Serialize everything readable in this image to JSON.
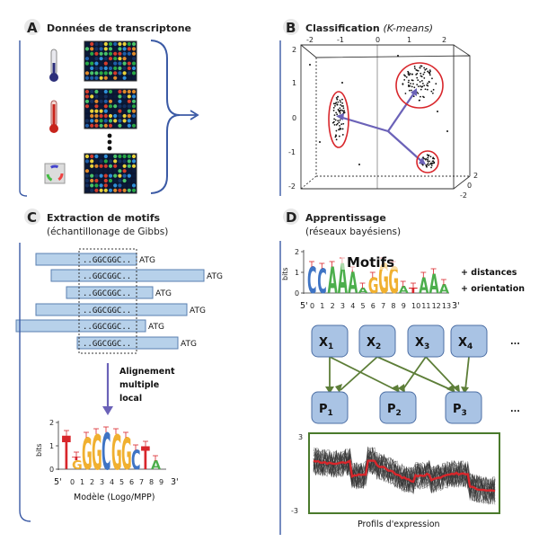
{
  "panels": {
    "a": {
      "letter": "A",
      "title": "Données de transcriptone"
    },
    "b": {
      "letter": "B",
      "title": "Classification",
      "subtitle": "(K-means)",
      "top_ticks": [
        "-2",
        "-1",
        "0",
        "1",
        "2"
      ],
      "left_ticks": [
        "2",
        "1",
        "0",
        "-1",
        "-2"
      ],
      "depth_ticks": [
        "-2",
        "0",
        "2"
      ]
    },
    "c": {
      "letter": "C",
      "title": "Extraction de motifs",
      "subtitle": "(échantillonage de Gibbs)",
      "motif": "..GGCGGC..",
      "atg": "ATG",
      "alignment_label": [
        "Alignement",
        "multiple",
        "local"
      ],
      "logo_ylabel": "bits",
      "logo_y_ticks": [
        "2",
        "1",
        "0"
      ],
      "logo_positions": [
        "0",
        "1",
        "2",
        "3",
        "4",
        "5",
        "6",
        "7",
        "8",
        "9"
      ],
      "end5": "5'",
      "end3": "3'",
      "model_label": "Modèle (Logo/MPP)"
    },
    "d": {
      "letter": "D",
      "title": "Apprentissage",
      "subtitle": "(réseaux bayésiens)",
      "logo_ylabel": "bits",
      "logo_y_ticks": [
        "2",
        "1",
        "0"
      ],
      "logo_positions": [
        "0",
        "1",
        "2",
        "3",
        "4",
        "5",
        "6",
        "7",
        "8",
        "9",
        "10",
        "11",
        "12",
        "13"
      ],
      "end5": "5'",
      "end3": "3'",
      "motifs_label": "Motifs",
      "plus_items": [
        "+ distances",
        "+ orientation"
      ],
      "x_nodes": [
        {
          "base": "X",
          "sub": "1"
        },
        {
          "base": "X",
          "sub": "2"
        },
        {
          "base": "X",
          "sub": "3"
        },
        {
          "base": "X",
          "sub": "4"
        }
      ],
      "p_nodes": [
        {
          "base": "P",
          "sub": "1"
        },
        {
          "base": "P",
          "sub": "2"
        },
        {
          "base": "P",
          "sub": "3"
        }
      ],
      "ellipsis": "...",
      "profile_y_top": "3",
      "profile_y_bottom": "-3",
      "profile_label": "Profils d'expression"
    }
  },
  "colors": {
    "frame": "#3b5aa5",
    "arrow": "#6b62b8",
    "ellipse": "#d8262b",
    "bar_fill": "#b7d1ea",
    "bar_stroke": "#5a7fb0",
    "node_fill": "#a9c3e4",
    "node_stroke": "#4d6fa5",
    "green_arrow": "#5d7e38",
    "profile_frame": "#4a7a2c",
    "profile_mean": "#d8262b",
    "letter_A": "#4cae4c",
    "letter_C": "#3f74c4",
    "letter_G": "#f0b030",
    "letter_T": "#d8262b"
  }
}
